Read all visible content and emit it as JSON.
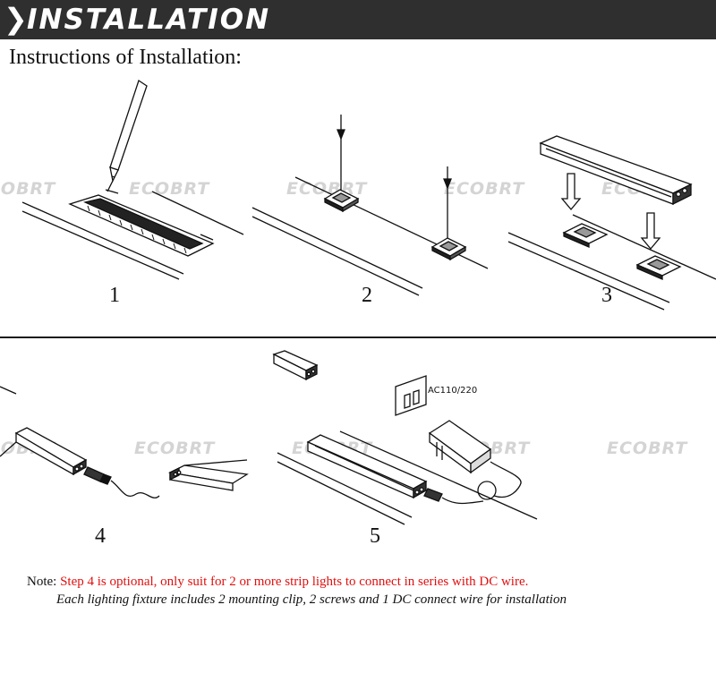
{
  "header": {
    "title": "INSTALLATION"
  },
  "subheading": "Instructions of Installation:",
  "watermark": "ECOBRT",
  "steps": [
    {
      "number": "1"
    },
    {
      "number": "2"
    },
    {
      "number": "3"
    },
    {
      "number": "4"
    },
    {
      "number": "5"
    }
  ],
  "socket_label": "AC110/220",
  "note": {
    "prefix": "Note:",
    "highlight": "Step 4 is optional, only suit for 2 or more strip lights to connect in series with DC wire.",
    "second_line": "Each lighting fixture includes 2 mounting clip, 2 screws and 1 DC connect wire for installation"
  },
  "colors": {
    "banner_bg": "#2f2f2f",
    "note_red": "#e01010",
    "watermark": "#d4d4d4"
  }
}
